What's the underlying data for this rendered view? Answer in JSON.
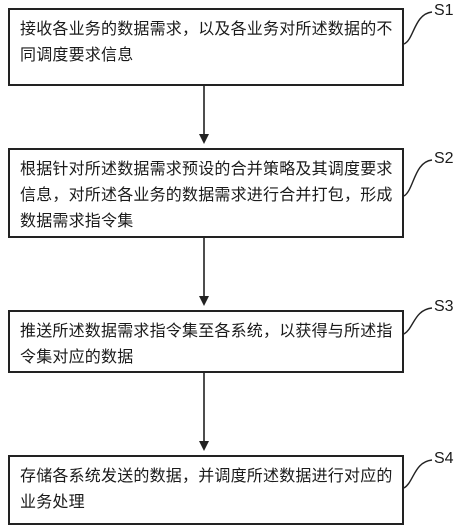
{
  "steps": [
    {
      "id": "S1",
      "text": "接收各业务的数据需求，以及各业务对所述数据的不同调度要求信息"
    },
    {
      "id": "S2",
      "text": "根据针对所述数据需求预设的合并策略及其调度要求信息，对所述各业务的数据需求进行合并打包，形成数据需求指令集"
    },
    {
      "id": "S3",
      "text": "推送所述数据需求指令集至各系统，以获得与所述指令集对应的数据"
    },
    {
      "id": "S4",
      "text": "存储各系统发送的数据，并调度所述数据进行对应的业务处理"
    }
  ],
  "colors": {
    "line": "#222222",
    "background": "#ffffff"
  }
}
